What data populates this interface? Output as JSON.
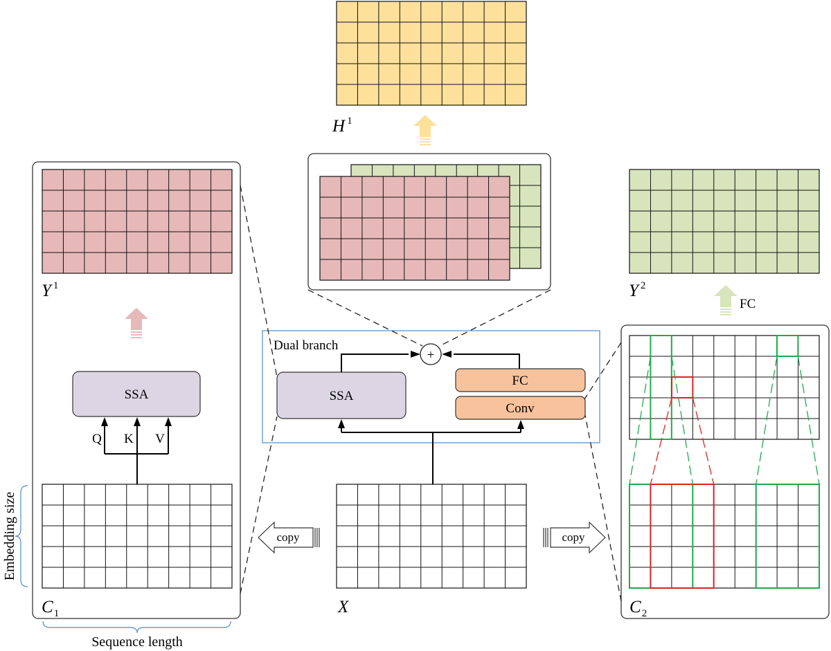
{
  "colors": {
    "yellow": "#fde09a",
    "pink": "#e6b9b8",
    "green": "#d8e4bc",
    "lavender": "#dcd6e4",
    "orange": "#f8c39c",
    "blue_frame": "#4b8cc8",
    "highlight_green": "#1faa4c",
    "highlight_red": "#e02020"
  },
  "labels": {
    "H1_base": "H",
    "H1_sup": "1",
    "Y1_base": "Y",
    "Y1_sup": "1",
    "Y2_base": "Y",
    "Y2_sup": "2",
    "C1_base": "C",
    "C1_sub": "1",
    "C2_base": "C",
    "C2_sub": "2",
    "X": "X",
    "q": "Q",
    "k": "K",
    "v": "V",
    "ssa_left": "SSA",
    "ssa_center": "SSA",
    "fc_block": "FC",
    "conv_block": "Conv",
    "dual_branch": "Dual branch",
    "plus": "+",
    "fc_right": "FC",
    "copy_left": "copy",
    "copy_right": "copy",
    "embedding_size": "Embedding size",
    "sequence_length": "Sequence length"
  },
  "icons": {
    "arrow_up": "block-up-arrow-icon",
    "arrow_copy": "hollow-arrow-icon",
    "sum": "circle-plus-icon"
  }
}
